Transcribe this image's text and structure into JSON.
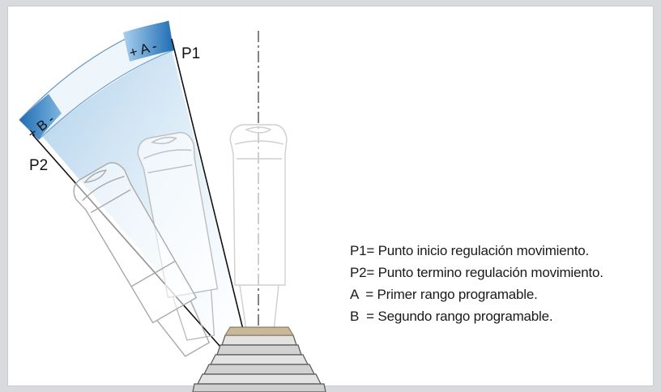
{
  "diagram": {
    "points": {
      "p1": "P1",
      "p2": "P2"
    },
    "ranges": {
      "a": "+ A -",
      "b": "+ B -"
    },
    "legend": [
      "P1= Punto inicio regulación movimiento.",
      "P2= Punto termino regulación movimiento.",
      "A  = Primer rango programable.",
      "B  = Segundo rango programable."
    ],
    "colors": {
      "band_blue": "#2f7fc4",
      "band_light": "#eef5fb",
      "fan_blue": "#b8d6ee",
      "outline": "#9a9a9a"
    }
  }
}
